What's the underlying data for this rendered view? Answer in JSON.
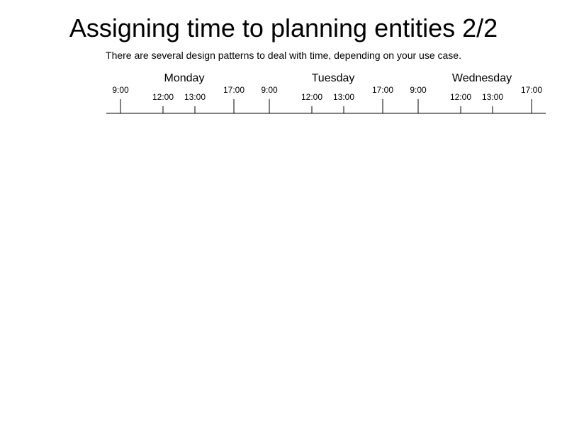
{
  "slide": {
    "title": "Assigning time to planning entities 2/2",
    "subtitle": "There are several design patterns to deal with time, depending on your use case."
  },
  "timeline": {
    "days": [
      {
        "label": "Monday",
        "times": [
          "9:00",
          "12:00",
          "13:00",
          "17:00"
        ]
      },
      {
        "label": "Tuesday",
        "times": [
          "9:00",
          "12:00",
          "13:00",
          "17:00"
        ]
      },
      {
        "label": "Wednesday",
        "times": [
          "9:00",
          "12:00",
          "13:00",
          "17:00"
        ]
      }
    ]
  }
}
